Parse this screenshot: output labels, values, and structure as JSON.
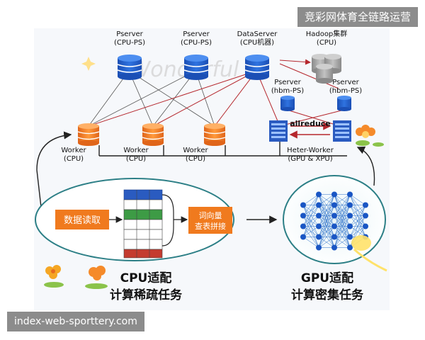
{
  "banner": "竞彩网体育全链路运营",
  "footer": "index-web-sporttery.com",
  "watermark": "Wonderful",
  "servers": {
    "pserver1": {
      "line1": "Pserver",
      "line2": "(CPU-PS)"
    },
    "pserver2": {
      "line1": "Pserver",
      "line2": "(CPU-PS)"
    },
    "dataserver": {
      "line1": "DataServer",
      "line2": "(CPU机器)"
    },
    "hadoop": {
      "line1": "Hadoop集群",
      "line2": "(CPU)"
    },
    "hbm1": {
      "line1": "Pserver",
      "line2": "(hbm-PS)"
    },
    "hbm2": {
      "line1": "Pserver",
      "line2": "(hbm-PS)"
    }
  },
  "workers": {
    "w1": {
      "line1": "Worker",
      "line2": "(CPU)"
    },
    "w2": {
      "line1": "Worker",
      "line2": "(CPU)"
    },
    "w3": {
      "line1": "Worker",
      "line2": "(CPU)"
    },
    "hetero": {
      "line1": "Heter-Worker",
      "line2": "(GPU & XPU)"
    }
  },
  "allreduce": "allreduce",
  "cpu_flow": {
    "read": "数据读取",
    "embed_line1": "词向量",
    "embed_line2": "查表拼接"
  },
  "captions": {
    "cpu_line1": "CPU适配",
    "cpu_line2": "计算稀疏任务",
    "gpu_line1": "GPU适配",
    "gpu_line2": "计算密集任务"
  },
  "colors": {
    "blue": "#1a56c4",
    "orange": "#f07a1e",
    "gray": "#9a9a9a",
    "red_line": "#b5272d",
    "ellipse": "#2c7f86",
    "table_green": "#3d9b45",
    "table_red": "#c43b2f",
    "table_blue": "#2a5bc0"
  }
}
